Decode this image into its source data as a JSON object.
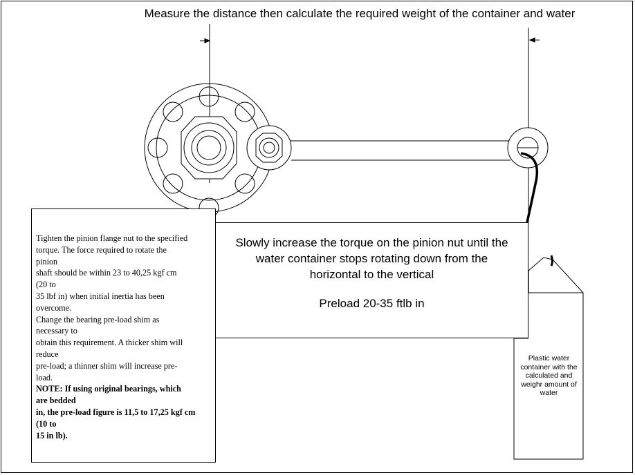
{
  "title": "Measure the distance then calculate the required weight of the container and water",
  "note": {
    "lines": [
      "Tighten the pinion flange nut to the specified",
      "torque. The force required to rotate the",
      "pinion",
      "shaft should be within 23 to 40,25 kgf cm",
      "(20 to",
      "35 lbf in) when initial inertia has been",
      "overcome.",
      "Change the bearing pre-load shim as",
      "necessary to",
      "obtain this requirement. A thicker shim will",
      "reduce",
      "pre-load; a thinner shim will increase pre-",
      "load."
    ],
    "bold_lines": [
      "NOTE: If using original bearings, which",
      "are bedded",
      "in, the pre-load figure is 11,5 to 17,25 kgf cm",
      "(10 to",
      "15 in lb)."
    ]
  },
  "instruction": {
    "line1": "Slowly increase the torque on the pinion nut until the",
    "line2": "water container stops rotating down from the",
    "line3": "horizontal to the vertical",
    "preload": "Preload 20-35 ftlb in"
  },
  "container_label": {
    "line1": "Plastic water",
    "line2": "container with the",
    "line3": "calculated and",
    "line4": "weighr amount of",
    "line5": "water"
  },
  "colors": {
    "stroke": "#000000",
    "background": "#ffffff"
  },
  "icons": [
    "flange-icon",
    "pinion-nut-icon",
    "socket-icon",
    "lever-arm-icon",
    "water-container-icon",
    "dimension-arrow-icon"
  ]
}
